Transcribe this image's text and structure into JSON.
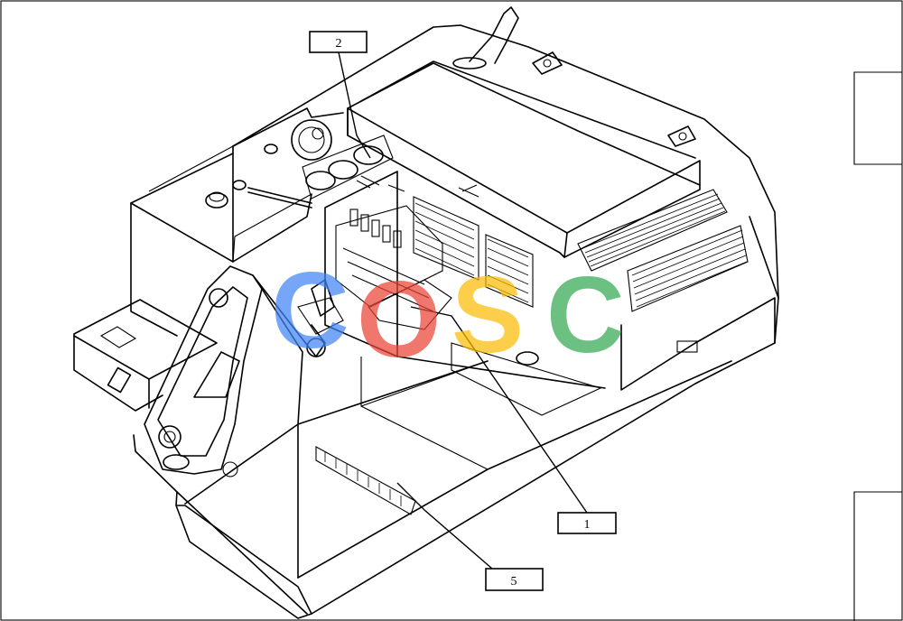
{
  "callouts": [
    {
      "id": "c2",
      "label": "2"
    },
    {
      "id": "c1",
      "label": "1"
    },
    {
      "id": "c5",
      "label": "5"
    }
  ],
  "watermark": {
    "letters": [
      "C",
      "O",
      "S",
      "C"
    ],
    "colors": [
      "#4285F4",
      "#EA4335",
      "#FBBC05",
      "#34A853"
    ]
  },
  "colors": {
    "line": "#000000",
    "background": "#ffffff"
  }
}
